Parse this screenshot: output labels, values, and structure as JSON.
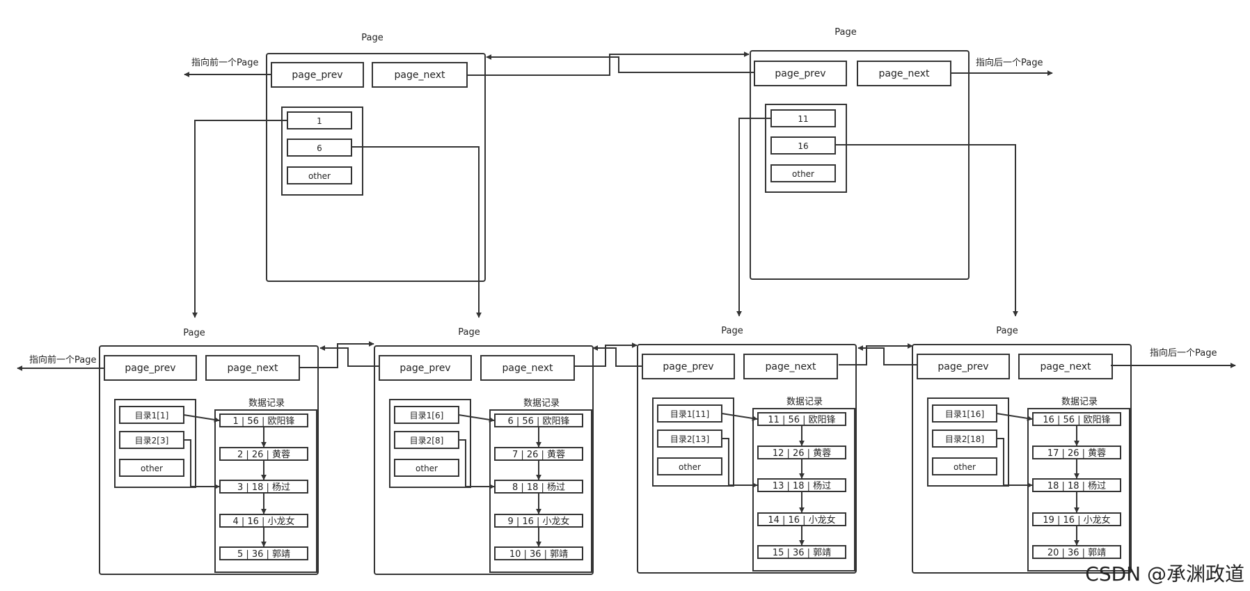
{
  "top_pages": [
    {
      "title": "Page",
      "prev_label": "page_prev",
      "next_label": "page_next",
      "external_note": "指向前一个Page",
      "index_entries": [
        "1",
        "6",
        "other"
      ]
    },
    {
      "title": "Page",
      "prev_label": "page_prev",
      "next_label": "page_next",
      "external_note": "指向后一个Page",
      "index_entries": [
        "11",
        "16",
        "other"
      ]
    }
  ],
  "leaf_pages": [
    {
      "title": "Page",
      "prev_label": "page_prev",
      "next_label": "page_next",
      "external_note": "指向前一个Page",
      "records_title": "数据记录",
      "directory": [
        "目录1[1]",
        "目录2[3]",
        "other"
      ],
      "records": [
        "1 | 56 | 欧阳锋",
        "2 | 26 | 黄蓉",
        "3 | 18 | 杨过",
        "4 | 16 | 小龙女",
        "5 | 36 | 郭靖"
      ]
    },
    {
      "title": "Page",
      "prev_label": "page_prev",
      "next_label": "page_next",
      "external_note": "",
      "records_title": "数据记录",
      "directory": [
        "目录1[6]",
        "目录2[8]",
        "other"
      ],
      "records": [
        "6 | 56 | 欧阳锋",
        "7 | 26 | 黄蓉",
        "8 | 18 | 杨过",
        "9 | 16 | 小龙女",
        "10 | 36 | 郭靖"
      ]
    },
    {
      "title": "Page",
      "prev_label": "page_prev",
      "next_label": "page_next",
      "external_note": "",
      "records_title": "数据记录",
      "directory": [
        "目录1[11]",
        "目录2[13]",
        "other"
      ],
      "records": [
        "11 | 56 | 欧阳锋",
        "12 | 26 | 黄蓉",
        "13 | 18 | 杨过",
        "14 | 16 | 小龙女",
        "15 | 36 | 郭靖"
      ]
    },
    {
      "title": "Page",
      "prev_label": "page_prev",
      "next_label": "page_next",
      "external_note": "指向后一个Page",
      "records_title": "数据记录",
      "directory": [
        "目录1[16]",
        "目录2[18]",
        "other"
      ],
      "records": [
        "16 | 56 | 欧阳锋",
        "17 | 26 | 黄蓉",
        "18 | 18 | 杨过",
        "19 | 16 | 小龙女",
        "20 | 36 | 郭靖"
      ]
    }
  ],
  "watermark": "CSDN @承渊政道"
}
